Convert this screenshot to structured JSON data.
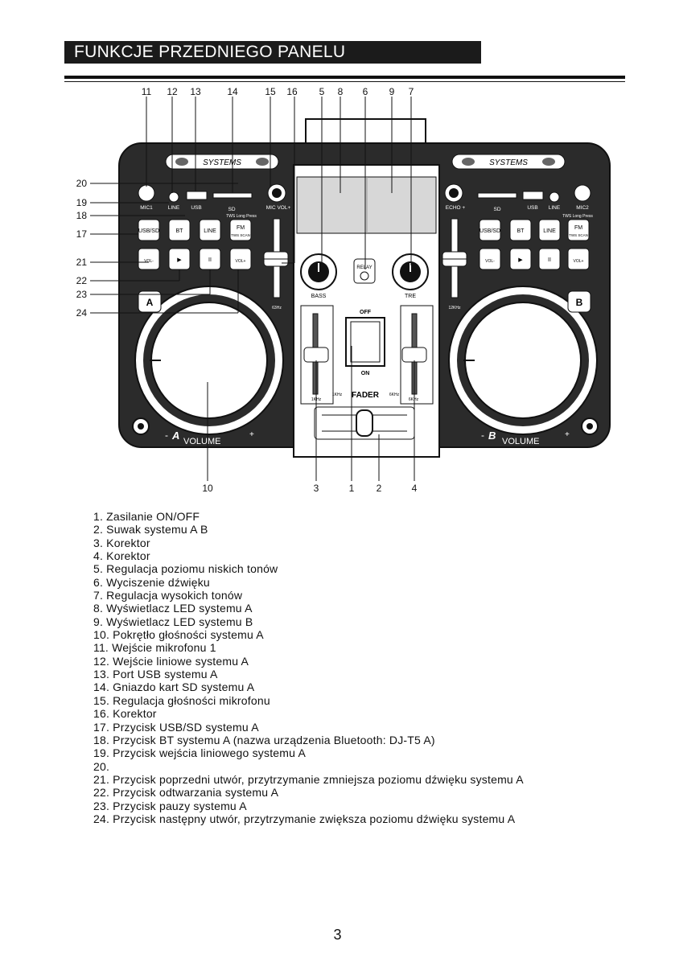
{
  "title": "FUNKCJE PRZEDNIEGO PANELU",
  "callouts_top": [
    "11",
    "12",
    "13",
    "14",
    "15",
    "16",
    "5",
    "8",
    "6",
    "9",
    "7"
  ],
  "callouts_left": [
    "20",
    "19",
    "18",
    "17",
    "21",
    "22",
    "23",
    "24"
  ],
  "callouts_bottom": [
    "10",
    "3",
    "1",
    "2",
    "4"
  ],
  "panel_labels": {
    "brand": "SYSTEMS",
    "mic1": "MIC1",
    "line_a": "LINE",
    "usb_a": "USB",
    "sd_a": "SD",
    "mic_vol": "MIC VOL+",
    "echo": "ECHO +",
    "sd_b": "SD",
    "usb_b": "USB",
    "line_b": "LINE",
    "mic2": "MIC2",
    "tws_a": "TWS Long Press",
    "tws_b": "TWS Long Press",
    "btn_usb_sd": "USB/SD",
    "btn_bt": "BT",
    "btn_line": "LINE",
    "btn_fm": "FM",
    "btn_fm_sub": "TWS SCAN",
    "btn_prev": "VOL-",
    "btn_play": "▶",
    "btn_pause": "II",
    "btn_next": "VOL+",
    "bass": "BASS",
    "tre": "TRE",
    "relay": "RELAY",
    "off": "OFF",
    "on": "ON",
    "fader": "FADER",
    "eq_a_freq": "63Hz",
    "eq_b_freq": "12KHz",
    "f1khz": "1KHz",
    "f1khz_b": "1KHz",
    "f6khz": "6KHz",
    "f6khz_b": "6KHz",
    "deck_a": "A",
    "deck_b": "B",
    "vol_a": "VOLUME",
    "vol_b": "VOLUME",
    "vol_a_letter": "A",
    "vol_b_letter": "B",
    "minus": "-",
    "plus": "+"
  },
  "legend": [
    "1. Zasilanie ON/OFF",
    "2. Suwak systemu A B",
    "3. Korektor",
    "4. Korektor",
    "5. Regulacja poziomu niskich tonów",
    "6. Wyciszenie dźwięku",
    "7. Regulacja wysokich tonów",
    "8. Wyświetlacz LED systemu A",
    "9. Wyświetlacz LED systemu B",
    "10. Pokrętło głośności systemu A",
    "11. Wejście mikrofonu 1",
    "12. Wejście liniowe systemu A",
    "13. Port USB systemu A",
    "14. Gniazdo kart SD systemu A",
    "15. Regulacja głośności mikrofonu",
    "16. Korektor",
    "17. Przycisk USB/SD systemu A",
    "18. Przycisk BT systemu A (nazwa urządzenia Bluetooth: DJ-T5 A)",
    "19. Przycisk wejścia liniowego systemu A",
    "20.",
    "21. Przycisk poprzedni utwór, przytrzymanie zmniejsza poziomu dźwięku systemu A",
    "22. Przycisk odtwarzania systemu A",
    "23. Przycisk pauzy systemu A",
    "24. Przycisk następny utwór, przytrzymanie zwiększa poziomu dźwięku systemu A"
  ],
  "page_number": "3"
}
